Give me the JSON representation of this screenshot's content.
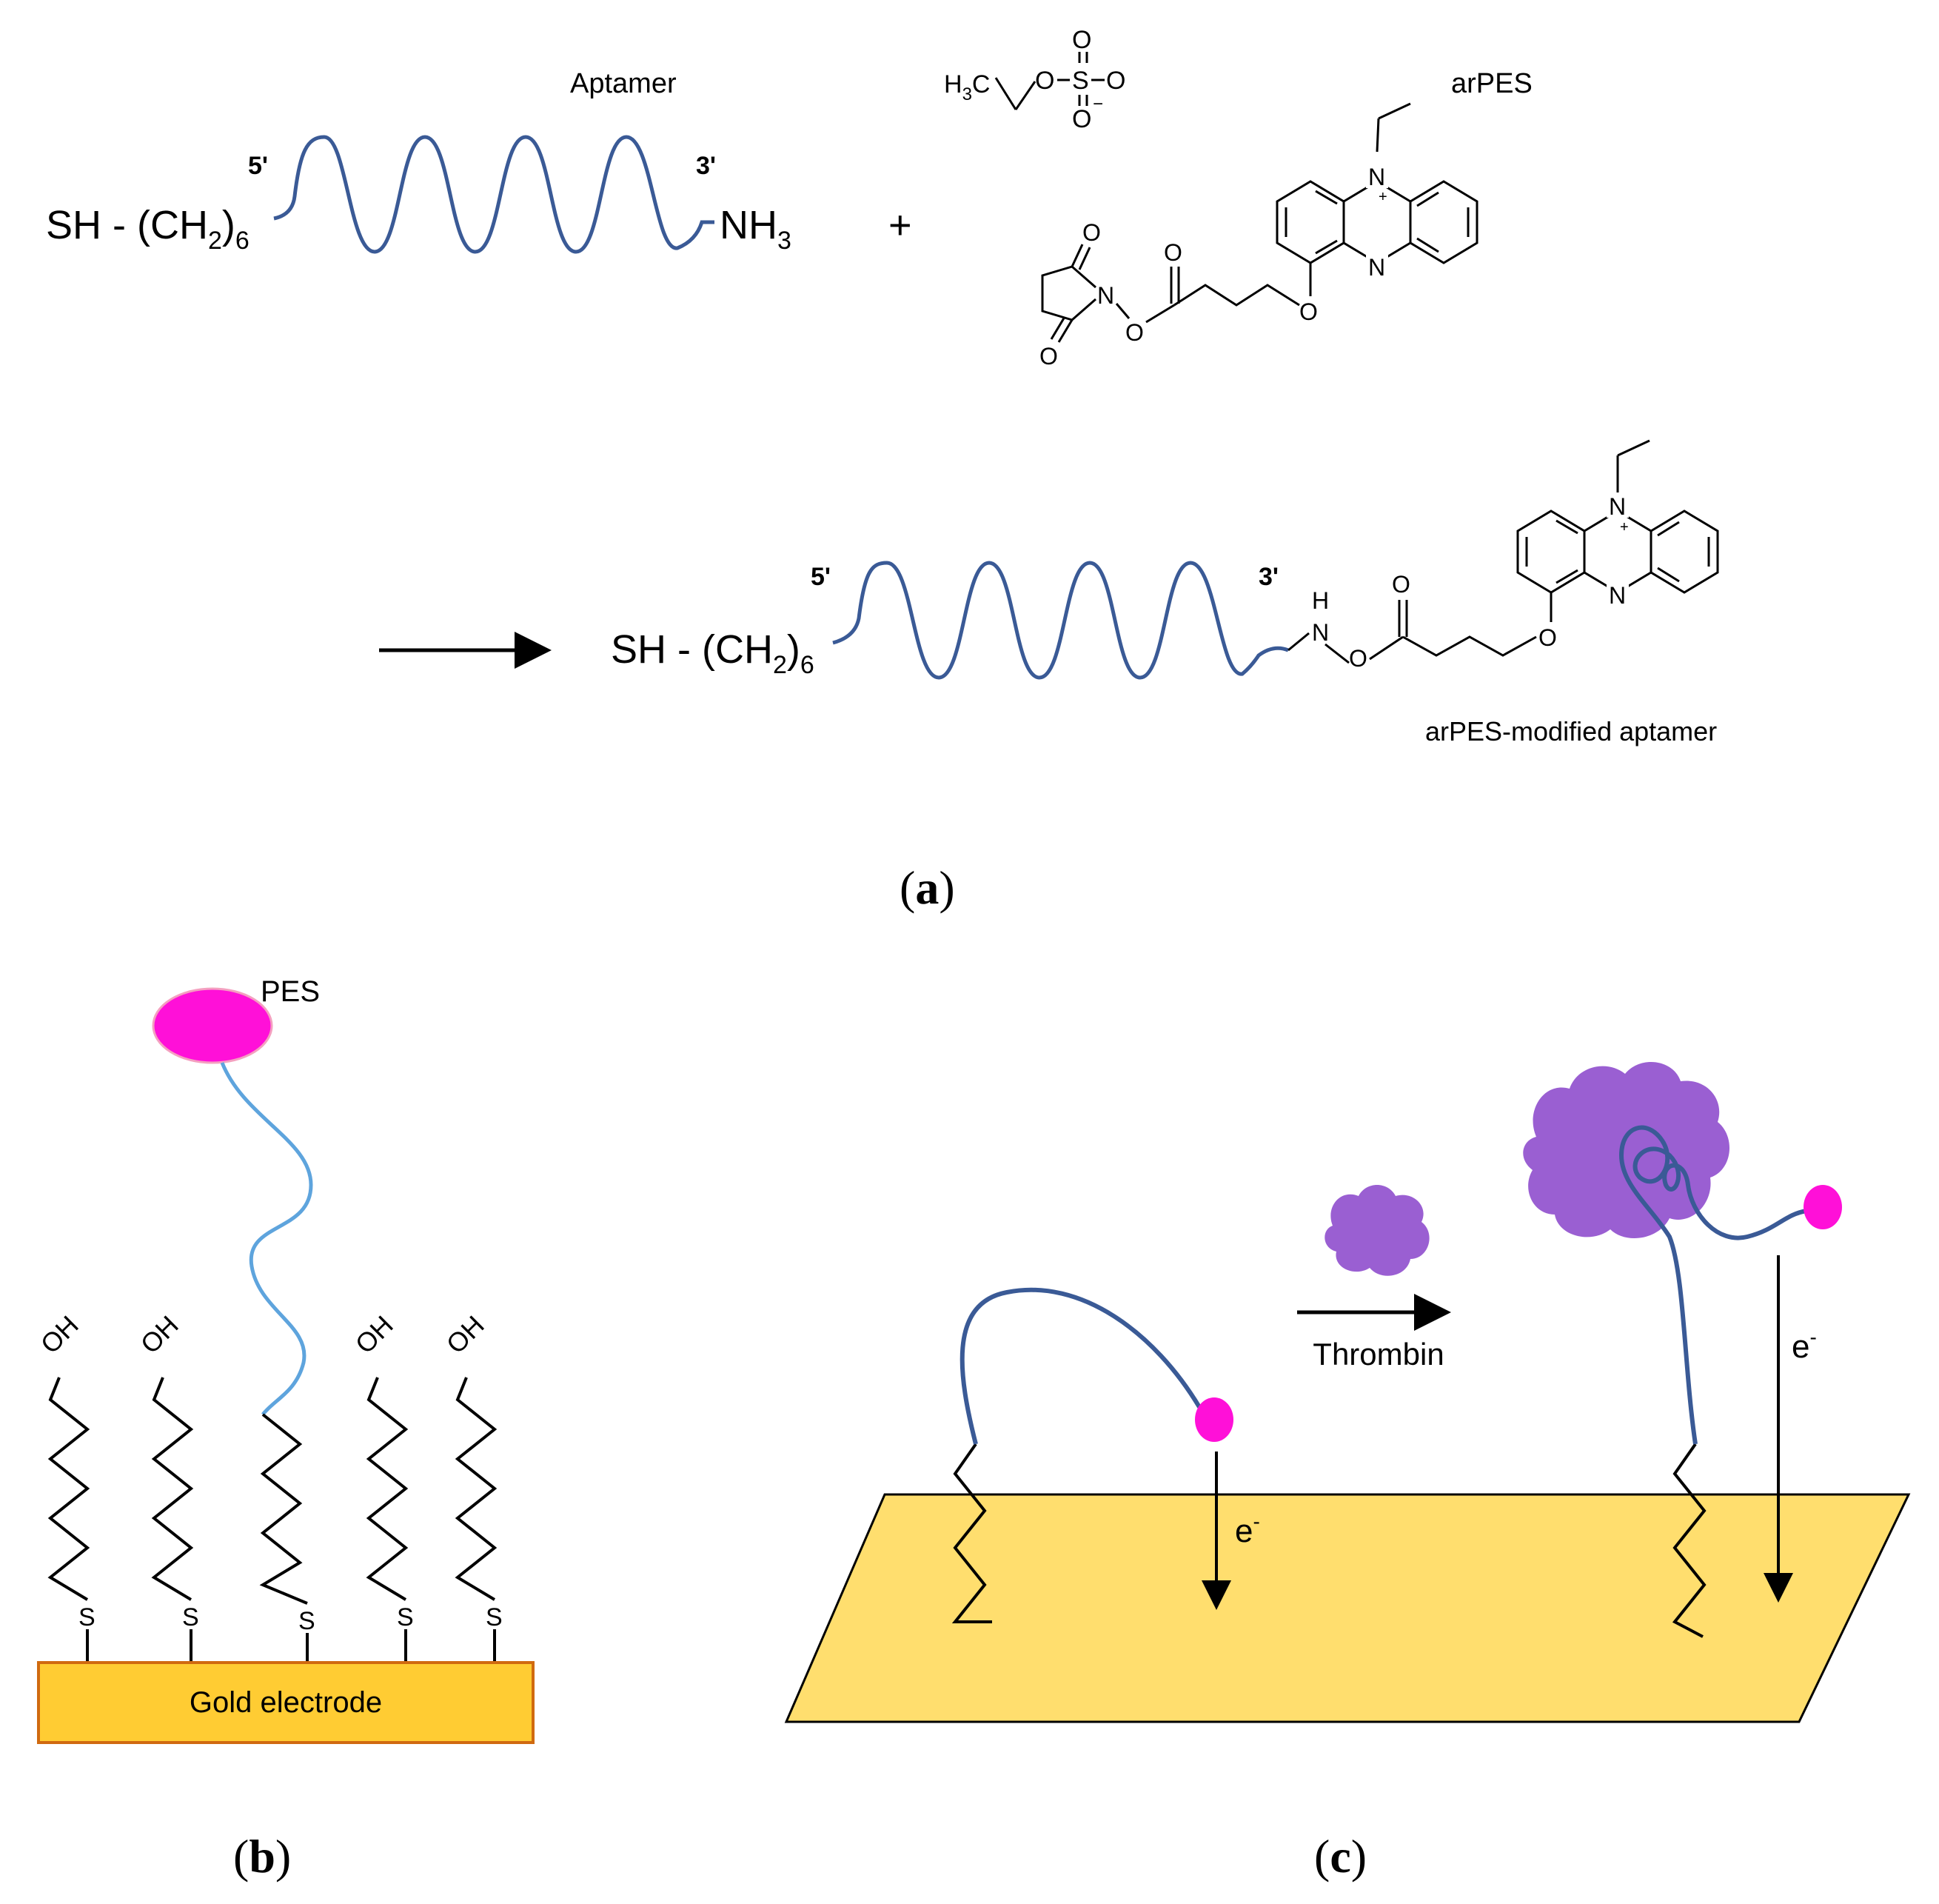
{
  "panel_a": {
    "aptamer_label": "Aptamer",
    "sh_prefix": "SH - (CH",
    "sub_2": "2",
    "close_paren": ")",
    "sub_6": "6",
    "five_prime": "5'",
    "three_prime": "3'",
    "nh3_prefix": "NH",
    "nh3_sub": "3",
    "plus": "+",
    "sulfate_h3c": "H",
    "sulfate_h3c_sub": "3",
    "sulfate_h3c_c": "C",
    "atom_O": "O",
    "atom_S": "S",
    "atom_N": "N",
    "atom_H": "H",
    "charge_plus": "+",
    "charge_minus": "−",
    "arpes_label": "arPES",
    "product_label": "arPES-modified aptamer",
    "caption": "a"
  },
  "panel_b": {
    "pes_label": "PES",
    "oh_label": "OH",
    "s_label": "S",
    "electrode_label": "Gold electrode",
    "caption": "b"
  },
  "panel_c": {
    "thrombin_label": "Thrombin",
    "electron_label": "e",
    "electron_charge": "-",
    "caption": "c"
  },
  "colors": {
    "aptamer_blue": "#3a5a96",
    "linker_light_blue": "#5ea4dd",
    "pes_magenta": "#ff10d8",
    "gold_fill": "#ffcc33",
    "gold_border": "#d06a10",
    "surface_fill": "#ffde6e",
    "thrombin_purple": "#9a5fd2"
  }
}
